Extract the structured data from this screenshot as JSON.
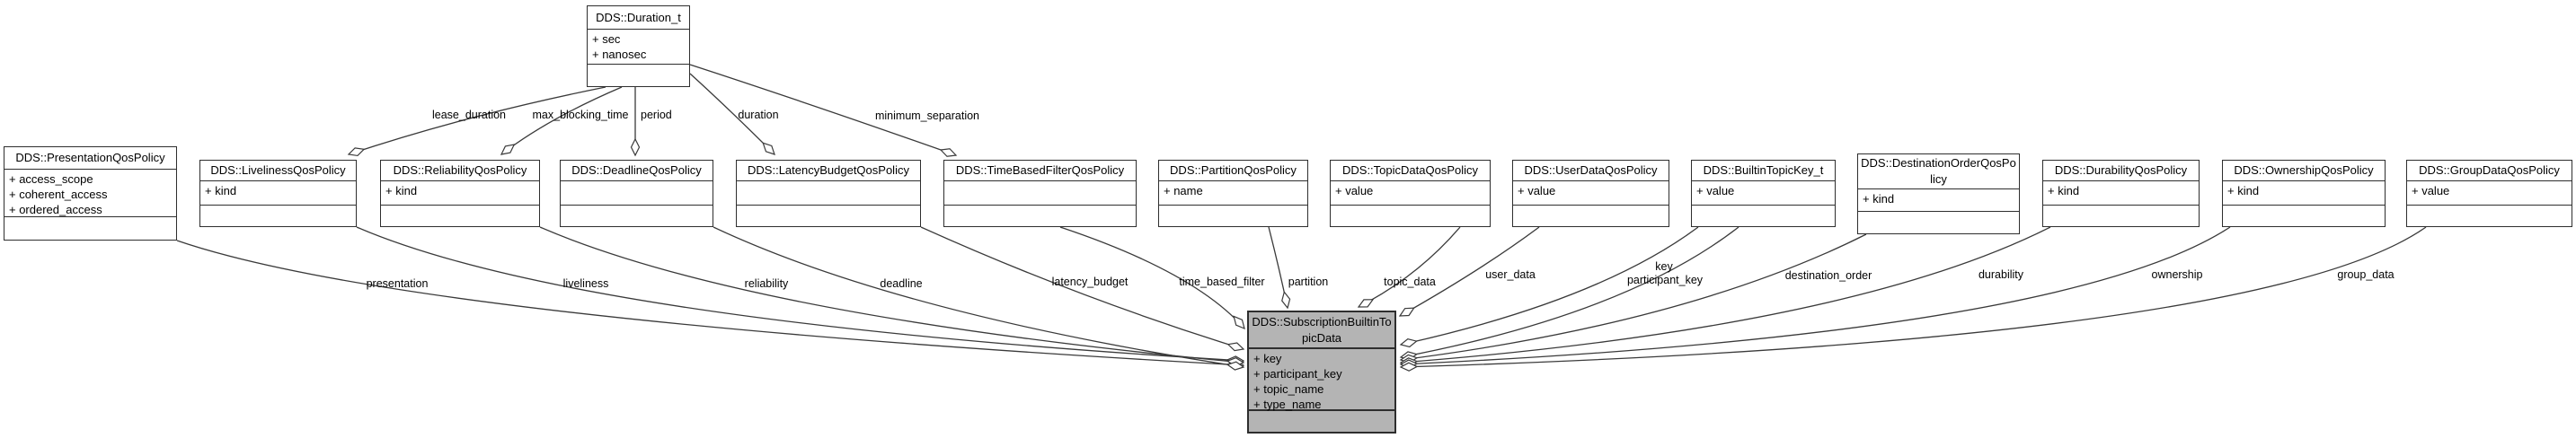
{
  "diagram": {
    "kind": "uml-class-diagram",
    "background_color": "#ffffff",
    "line_color": "#3a3a3a",
    "box_fill": "#ffffff",
    "highlight_fill": "#b4b4b4",
    "highlighted_class": "DDS::SubscriptionBuiltinTopicData"
  },
  "classes": [
    {
      "name": "DDS::Duration_t",
      "attributes": [
        "+ sec",
        "+ nanosec"
      ]
    },
    {
      "name": "DDS::PresentationQosPolicy",
      "attributes": [
        "+ access_scope",
        "+ coherent_access",
        "+ ordered_access"
      ]
    },
    {
      "name": "DDS::LivelinessQosPolicy",
      "attributes": [
        "+ kind"
      ]
    },
    {
      "name": "DDS::ReliabilityQosPolicy",
      "attributes": [
        "+ kind"
      ]
    },
    {
      "name": "DDS::DeadlineQosPolicy",
      "attributes": []
    },
    {
      "name": "DDS::LatencyBudgetQosPolicy",
      "attributes": []
    },
    {
      "name": "DDS::TimeBasedFilterQosPolicy",
      "attributes": []
    },
    {
      "name": "DDS::PartitionQosPolicy",
      "attributes": [
        "+ name"
      ]
    },
    {
      "name": "DDS::TopicDataQosPolicy",
      "attributes": [
        "+ value"
      ]
    },
    {
      "name": "DDS::UserDataQosPolicy",
      "attributes": [
        "+ value"
      ]
    },
    {
      "name": "DDS::BuiltinTopicKey_t",
      "attributes": [
        "+ value"
      ]
    },
    {
      "name": "DDS::DestinationOrderQosPolicy",
      "attributes": [
        "+ kind"
      ]
    },
    {
      "name": "DDS::DurabilityQosPolicy",
      "attributes": [
        "+ kind"
      ]
    },
    {
      "name": "DDS::OwnershipQosPolicy",
      "attributes": [
        "+ kind"
      ]
    },
    {
      "name": "DDS::GroupDataQosPolicy",
      "attributes": [
        "+ value"
      ]
    },
    {
      "name": "DDS::SubscriptionBuiltinTopicData",
      "attributes": [
        "+ key",
        "+ participant_key",
        "+ topic_name",
        "+ type_name"
      ]
    }
  ],
  "associations": [
    {
      "label": "lease_duration"
    },
    {
      "label": "max_blocking_time"
    },
    {
      "label": "period"
    },
    {
      "label": "duration"
    },
    {
      "label": "minimum_separation"
    },
    {
      "label": "presentation"
    },
    {
      "label": "liveliness"
    },
    {
      "label": "reliability"
    },
    {
      "label": "deadline"
    },
    {
      "label": "latency_budget"
    },
    {
      "label": "time_based_filter"
    },
    {
      "label": "partition"
    },
    {
      "label": "topic_data"
    },
    {
      "label": "user_data"
    },
    {
      "label": "key"
    },
    {
      "label": "participant_key"
    },
    {
      "label": "destination_order"
    },
    {
      "label": "durability"
    },
    {
      "label": "ownership"
    },
    {
      "label": "group_data"
    }
  ]
}
